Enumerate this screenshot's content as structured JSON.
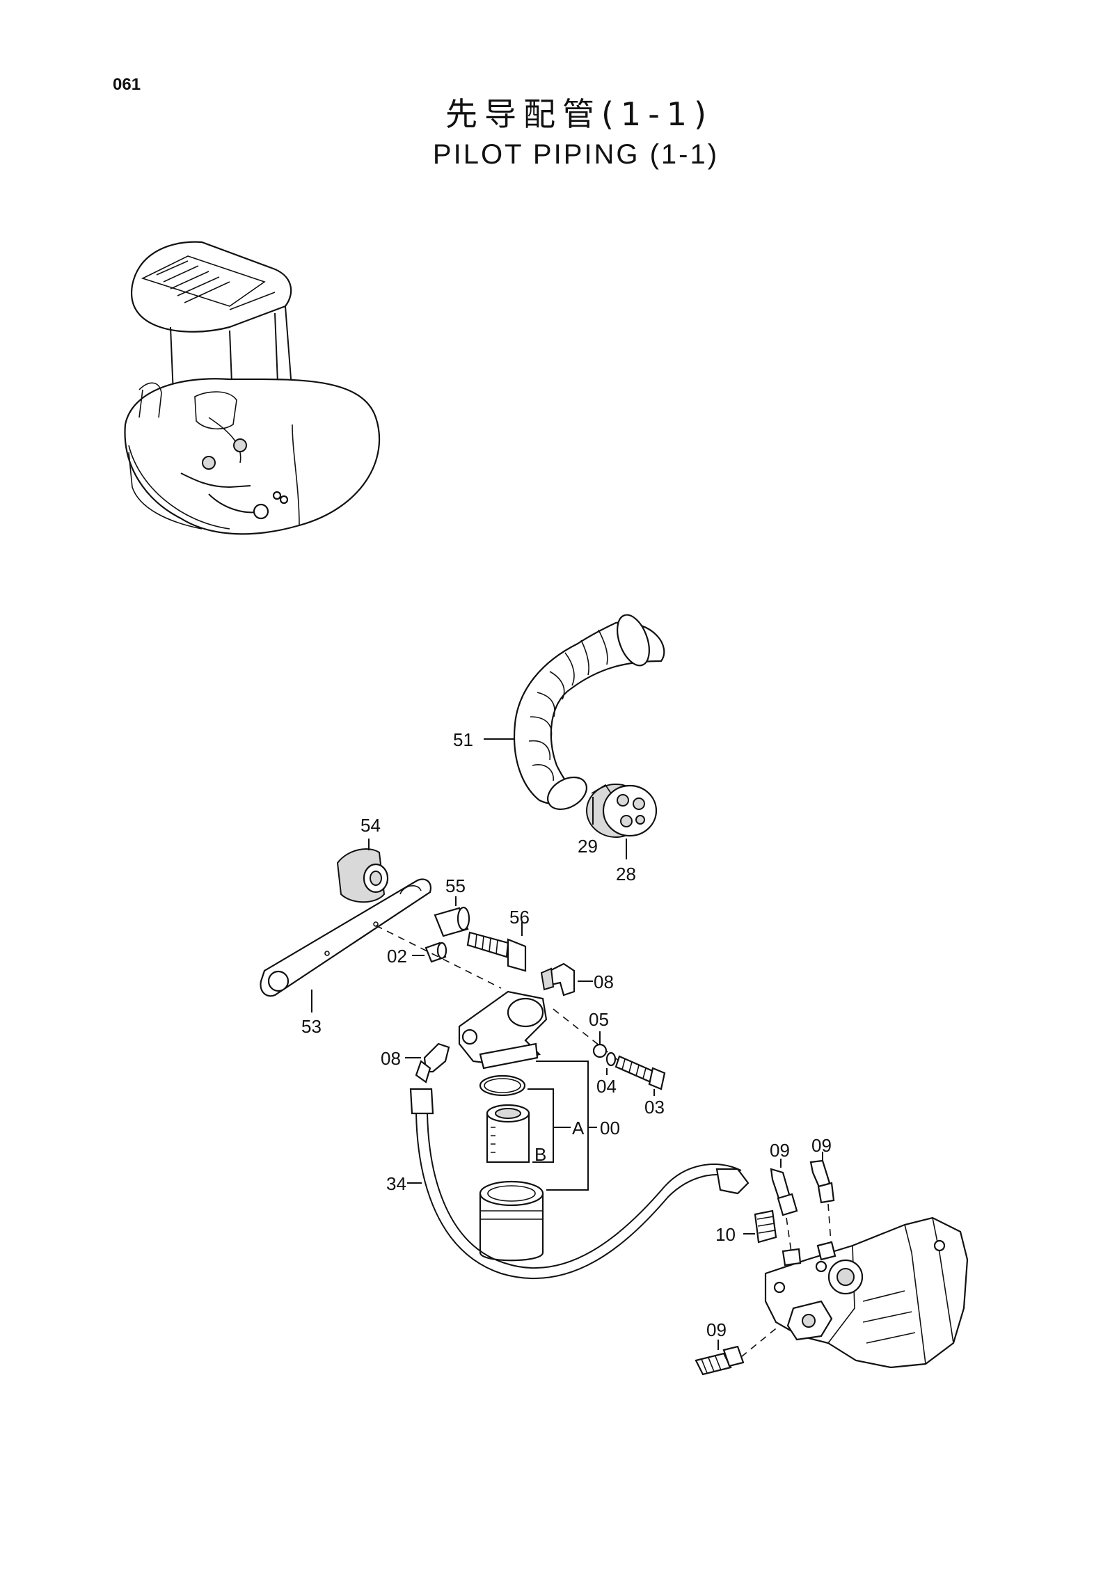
{
  "page_number": "061",
  "title_cn": "先导配管(1-1)",
  "title_en": "PILOT PIPING (1-1)",
  "callouts": {
    "p51": "51",
    "p29": "29",
    "p28": "28",
    "p54": "54",
    "p55": "55",
    "p56": "56",
    "p02": "02",
    "p08a": "08",
    "p53": "53",
    "p05": "05",
    "p08b": "08",
    "p04": "04",
    "p03": "03",
    "pA": "A",
    "p00": "00",
    "pB": "B",
    "p34": "34",
    "p09a": "09",
    "p09b": "09",
    "p10": "10",
    "p09c": "09"
  }
}
